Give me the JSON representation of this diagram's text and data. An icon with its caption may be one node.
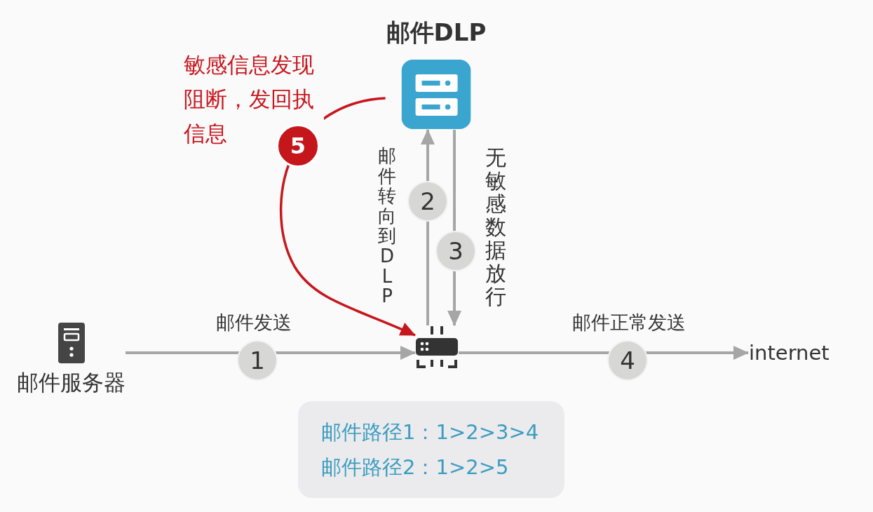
{
  "diagram": {
    "nodes": [
      {
        "text": [
          "邮件DLP"
        ]
      },
      {
        "text": [
          "邮件服务器"
        ]
      },
      {
        "text": [],
        "shape": "picture"
      },
      {
        "text": [
          "internet"
        ]
      },
      {
        "text": [
          "邮件路径1：1>2>3>4",
          "邮件路径2：1>2>5"
        ]
      }
    ],
    "edges": [
      {
        "from": 1,
        "to": 2,
        "arrow": "to",
        "label": "邮件发送"
      },
      {
        "from": 2,
        "to": 0,
        "arrow": "to",
        "label": "邮件转向到DLP"
      },
      {
        "from": 0,
        "to": 2,
        "arrow": "to",
        "label": "无敏感数据放行"
      },
      {
        "from": 2,
        "to": 3,
        "arrow": "to",
        "label": "邮件正常发送"
      },
      {
        "from": 0,
        "to": 2,
        "arrow": "to",
        "label": "敏感信息发现阻断，发回执信息",
        "color": "#c8161d"
      }
    ],
    "labels": [
      "5",
      "2",
      "3",
      "1",
      "4"
    ]
  }
}
